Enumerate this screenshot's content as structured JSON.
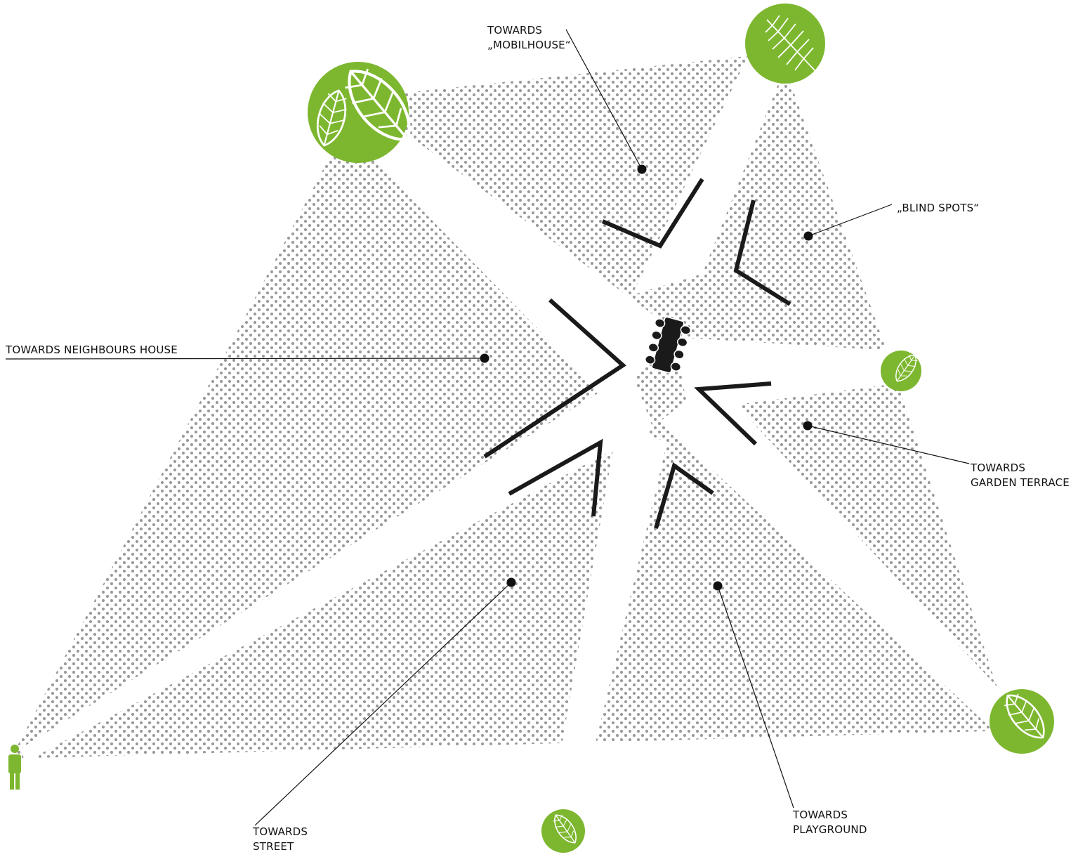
{
  "colors": {
    "tree": "#7db72f",
    "dots": "#9a9a9a",
    "wall": "#1a1a1a",
    "leader": "#111111",
    "person": "#7db72f"
  },
  "icons": {
    "tree": "leaf-tree-icon",
    "person": "person-icon",
    "table": "dining-table-icon"
  },
  "labels": {
    "mobilhouse": {
      "line1": "TOWARDS",
      "line2": "„MOBILHOUSE“"
    },
    "blind_spots": {
      "line1": "„BLIND SPOTS“"
    },
    "neighbours": {
      "line1": "TOWARDS NEIGHBOURS HOUSE"
    },
    "garden": {
      "line1": "TOWARDS",
      "line2": "GARDEN TERRACE"
    },
    "playground": {
      "line1": "TOWARDS",
      "line2": "PLAYGROUND"
    },
    "street": {
      "line1": "TOWARDS",
      "line2": "STREET"
    }
  }
}
